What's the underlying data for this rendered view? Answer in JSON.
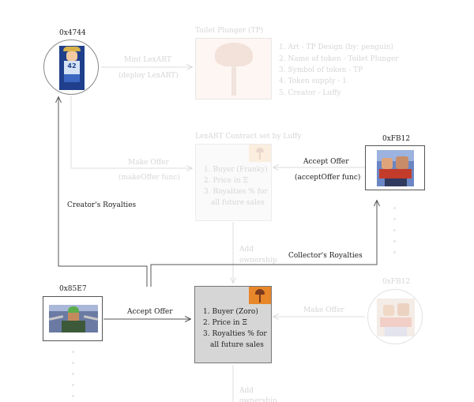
{
  "nodes": {
    "top_wallet": {
      "address": "0x4744",
      "shirt_number": "42"
    },
    "right_wallet": {
      "address": "0xFB12"
    },
    "left_wallet": {
      "address": "0x85E7"
    },
    "faded_wallet": {
      "address": "0xFB12"
    }
  },
  "nft": {
    "title": "Toilet Plunger (TP)",
    "props": [
      "1. Art - TP Design (by: penguin)",
      "2. Name of token - Toilet Plunger",
      "3. Symbol of token - TP",
      "4. Token supply - 1",
      "5. Creator - Luffy"
    ]
  },
  "contract_top": {
    "title": "LexART Contract set by Luffy",
    "items": [
      "1. Buyer (Franky)",
      "2. Price in Ξ",
      "3. Royalties % for",
      "all future sales"
    ]
  },
  "contract_bottom": {
    "items": [
      "1. Buyer (Zoro)",
      "2. Price in Ξ",
      "3. Royalties % for",
      "all future sales"
    ]
  },
  "edges": {
    "mint": {
      "line1": "Mint LexART",
      "line2": "(deploy LexART)"
    },
    "make_offer_top": {
      "line1": "Make Offer",
      "line2": "(makeOffer func)"
    },
    "accept_offer_top": {
      "line1": "Accept Offer",
      "line2": "(acceptOffer func)"
    },
    "add_ownership_top": {
      "line1": "Add",
      "line2": "ownership"
    },
    "add_ownership_bottom": {
      "line1": "Add",
      "line2": "ownership"
    },
    "make_offer_bottom": "Make Offer",
    "accept_offer_bottom": "Accept Offer",
    "creators_royalties": "Creator's Royalties",
    "collectors_royalties": "Collector's Royalties"
  },
  "colors": {
    "active_line": "#555555",
    "faded_line": "#dcdcdc",
    "contract_active_fill": "#d6d6d6",
    "plunger_badge": "#e8862a",
    "plunger_handle": "#7a3b1e"
  }
}
